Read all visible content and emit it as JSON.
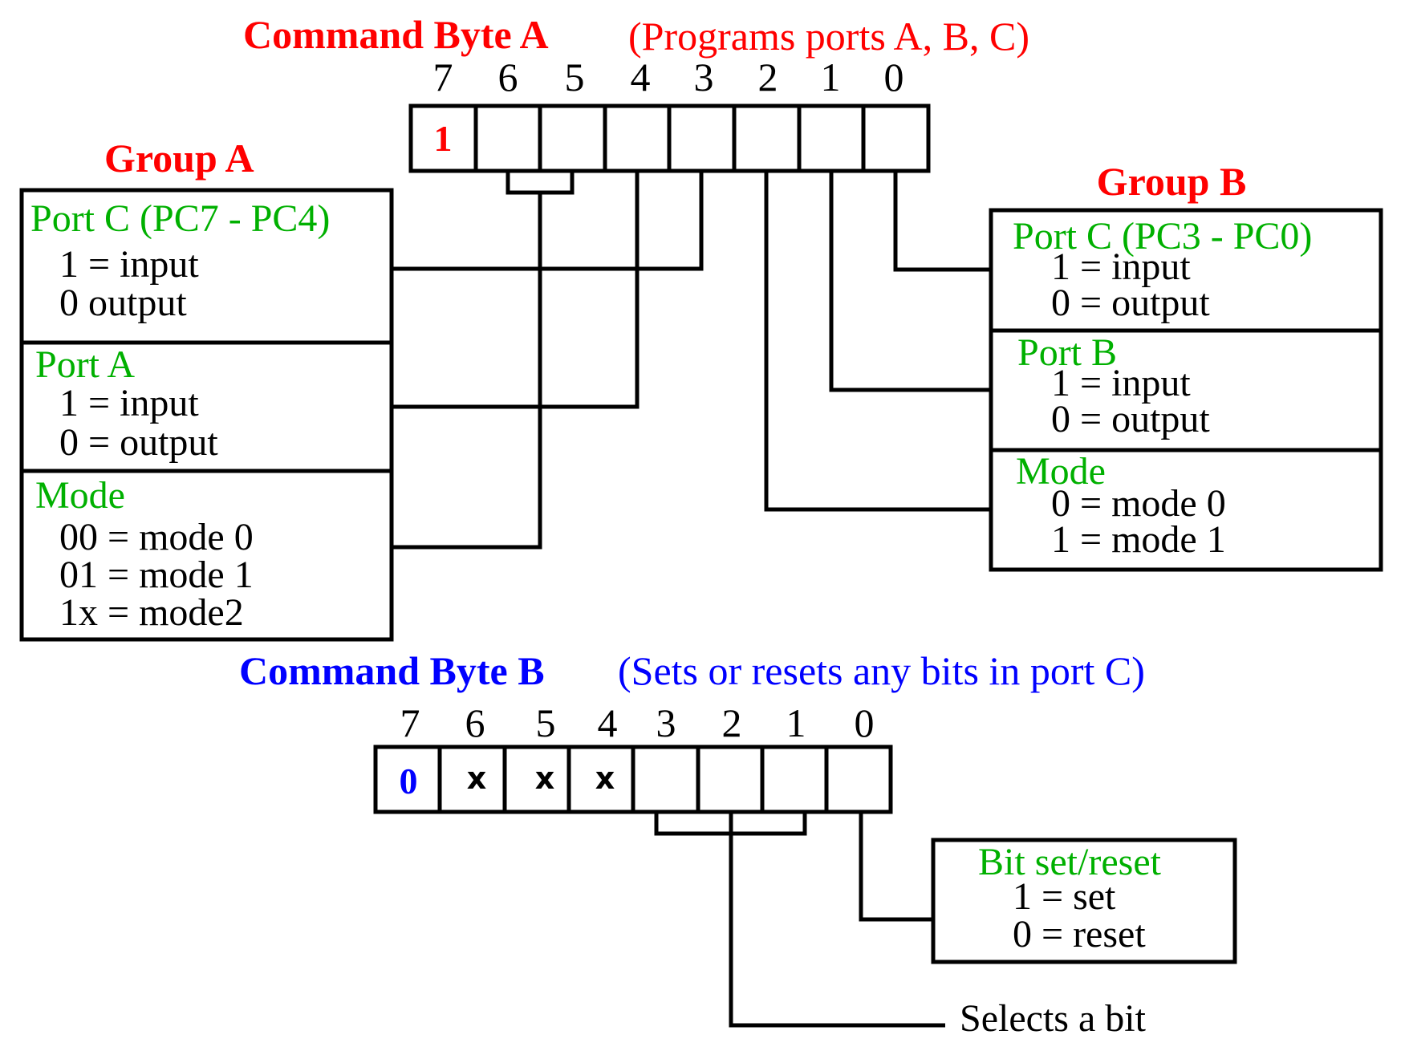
{
  "command_byte_a": {
    "title": "Command Byte A",
    "subtitle": "(Programs ports A, B, C)",
    "bit_labels": [
      "7",
      "6",
      "5",
      "4",
      "3",
      "2",
      "1",
      "0"
    ],
    "cells": [
      "1",
      "",
      "",
      "",
      "",
      "",
      "",
      ""
    ],
    "title_color": "#ff0000"
  },
  "group_a": {
    "title": "Group A",
    "sections": [
      {
        "heading": "Port C (PC7 - PC4)",
        "lines": [
          "1 = input",
          "0 output"
        ]
      },
      {
        "heading": "Port A",
        "lines": [
          "1 = input",
          "0 = output"
        ]
      },
      {
        "heading": "Mode",
        "lines": [
          "00 = mode 0",
          "01 = mode 1",
          "1x = mode2"
        ]
      }
    ]
  },
  "group_b": {
    "title": "Group B",
    "sections": [
      {
        "heading": "Port C (PC3 - PC0)",
        "lines": [
          "1 = input",
          "0 = output"
        ]
      },
      {
        "heading": "Port B",
        "lines": [
          "1 = input",
          "0 = output"
        ]
      },
      {
        "heading": "Mode",
        "lines": [
          "0 = mode 0",
          "1 = mode 1"
        ]
      }
    ]
  },
  "command_byte_b": {
    "title": "Command Byte B",
    "subtitle": "(Sets or resets any bits in port C)",
    "bit_labels": [
      "7",
      "6",
      "5",
      "4",
      "3",
      "2",
      "1",
      "0"
    ],
    "cells": [
      "0",
      "x",
      "x",
      "x",
      "",
      "",
      "",
      ""
    ],
    "title_color": "#0000ff"
  },
  "bit_set_reset": {
    "heading": "Bit set/reset",
    "lines": [
      "1 = set",
      "0 = reset"
    ]
  },
  "selects_bit_label": "Selects a bit",
  "colors": {
    "heading_green": "#00b000",
    "byte_a_red": "#ff0000",
    "byte_b_blue": "#0000ff"
  }
}
